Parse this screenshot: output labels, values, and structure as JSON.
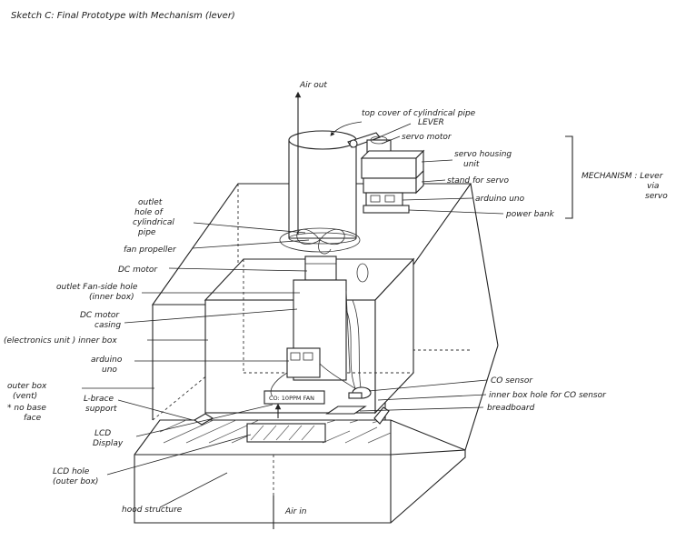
{
  "title": "Sketch C:   Final Prototype with Mechanism (lever)",
  "labels": {
    "air_out": "Air out",
    "top_cover": "top cover of cylindrical pipe",
    "lever": "LEVER",
    "servo_motor": "servo motor",
    "servo_housing": [
      "servo housing",
      "unit"
    ],
    "stand_for_servo": "stand for servo",
    "arduino_top": "arduino uno",
    "power_bank": "power bank",
    "mechanism": [
      "MECHANISM : Lever",
      "via",
      "servo"
    ],
    "outlet_hole": [
      "outlet",
      "hole of",
      "cylindrical",
      "pipe"
    ],
    "fan_propeller": "fan propeller",
    "dc_motor": "DC motor",
    "outlet_fan_hole": [
      "outlet Fan-side hole",
      "(inner box)"
    ],
    "dc_motor_casing": [
      "DC motor",
      "casing"
    ],
    "electronics_unit": "(electronics unit ) inner box",
    "arduino_lower": [
      "arduino",
      "uno"
    ],
    "outer_box": [
      "outer box",
      "(vent)",
      "* no base",
      "face"
    ],
    "l_brace": [
      "L-brace",
      "support"
    ],
    "lcd_display": [
      "LCD",
      "Display"
    ],
    "lcd_hole": [
      "LCD hole",
      "(outer box)"
    ],
    "hood_structure": "hood structure",
    "air_in": "Air in",
    "co_sensor": "CO sensor",
    "inner_box_hole_co": "inner box hole for CO sensor",
    "breadboard": "breadboard",
    "lcd_screen_text": "CO: 10PPM FAN"
  }
}
